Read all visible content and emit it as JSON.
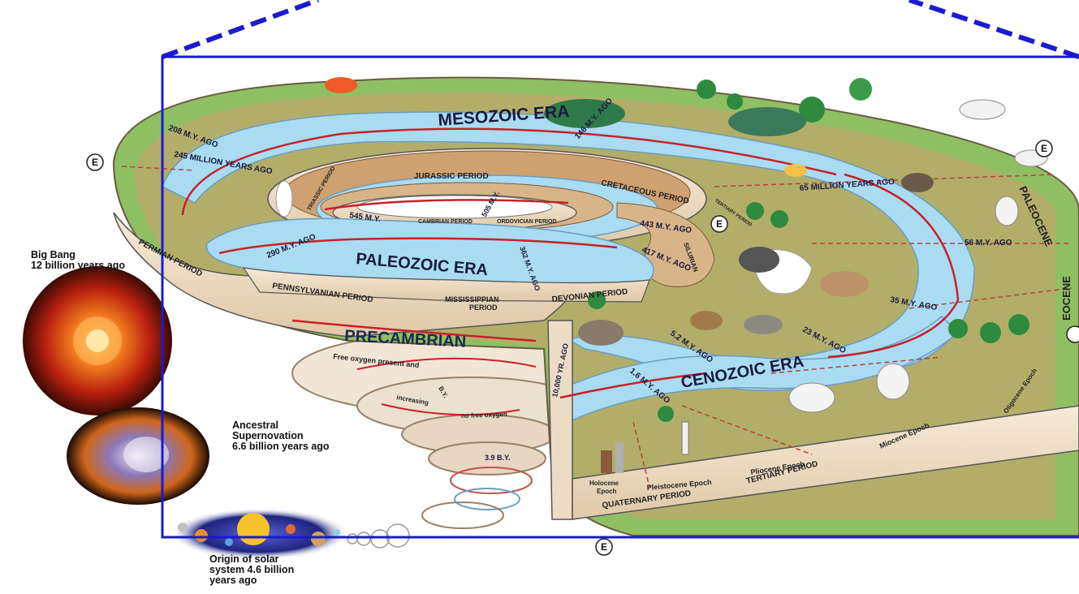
{
  "cosmic_events": [
    {
      "title": "Big Bang",
      "time": "12 billion years ago"
    },
    {
      "title": "Ancestral",
      "title2": "Supernovation",
      "time": "6.6 billion years ago"
    },
    {
      "title": "Origin of solar",
      "title2": "system 4.6 billion",
      "time": "years ago"
    }
  ],
  "eras": {
    "mesozoic": "MESOZOIC ERA",
    "paleozoic": "PALEOZOIC ERA",
    "cenozoic": "CENOZOIC ERA",
    "precambrian": "PRECAMBRIAN"
  },
  "periods": {
    "triassic": "TRIASSIC PERIOD",
    "jurassic": "JURASSIC PERIOD",
    "cretaceous": "CRETACEOUS PERIOD",
    "tertiary_inner": "TERTIARY PERIOD",
    "cambrian": "CAMBRIAN PERIOD",
    "ordovician": "ORDOVICIAN PERIOD",
    "silurian": "SILURIAN",
    "permian": "PERMIAN PERIOD",
    "pennsylvanian": "PENNSYLVANIAN PERIOD",
    "mississippian_1": "MISSISSIPPIAN",
    "mississippian_2": "PERIOD",
    "devonian": "DEVONIAN PERIOD",
    "quaternary": "QUATERNARY PERIOD",
    "tertiary": "TERTIARY PERIOD"
  },
  "epochs": {
    "holocene_1": "Holocene",
    "holocene_2": "Epoch",
    "pleistocene": "Pleistocene Epoch",
    "pliocene": "Pliocene Epoch",
    "miocene": "Miocene Epoch",
    "oligocene": "Oligocene Epoch",
    "eocene": "EOCENE",
    "paleocene": "PALEOCENE"
  },
  "time_marks": {
    "m208": "208 M.Y. AGO",
    "m245": "245 MILLION YEARS AGO",
    "m146": "146 M.Y. AGO",
    "m65": "65 MILLION YEARS AGO",
    "m56": "56 M.Y. AGO",
    "m35": "35 M.Y. AGO",
    "m23": "23 M.Y. AGO",
    "m5": "5.2 M.Y. AGO",
    "m1": "1.6 M.Y. AGO",
    "y10000": "10,000 YR. AGO",
    "m545": "545 M.Y.",
    "m505": "505 M.Y.",
    "m443": "443 M.Y. AGO",
    "m417": "417 M.Y. AGO",
    "m362": "362 M.Y. AGO",
    "m290": "290 M.Y. AGO",
    "b39": "3.9 B.Y."
  },
  "precambrian_notes": {
    "free_oxygen": "Free oxygen present and",
    "increasing": "increasing",
    "by": "B.Y.",
    "no_free": "no free oxygen"
  },
  "earth_marker": "E",
  "colors": {
    "frame": "#1a1ad0",
    "arrow": "#c8202a",
    "water": "#a9dcf2",
    "land": "#7fb85a",
    "rock": "#d9a56b"
  }
}
